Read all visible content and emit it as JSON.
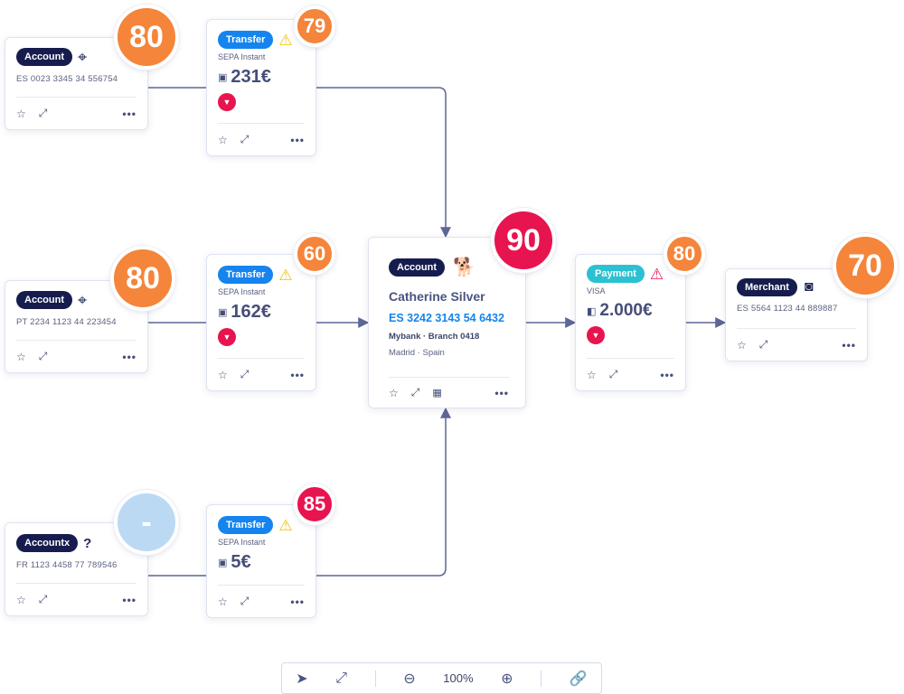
{
  "nodes": {
    "acc1": {
      "type_label": "Account",
      "iban": "ES 0023 3345 34 556754",
      "score": "80"
    },
    "acc2": {
      "type_label": "Account",
      "iban": "PT 2234 1123 44 223454",
      "score": "80"
    },
    "acc3": {
      "type_label": "Accountx",
      "iban": "FR 1123 4458 77 789546",
      "score": "-"
    },
    "tr1": {
      "type_label": "Transfer",
      "method": "SEPA Instant",
      "amount": "231€",
      "score": "79"
    },
    "tr2": {
      "type_label": "Transfer",
      "method": "SEPA Instant",
      "amount": "162€",
      "score": "60"
    },
    "tr3": {
      "type_label": "Transfer",
      "method": "SEPA Instant",
      "amount": "5€",
      "score": "85"
    },
    "center": {
      "type_label": "Account",
      "name": "Catherine Silver",
      "iban": "ES 3242 3143 54 6432",
      "bank": "Mybank · Branch 0418",
      "location": "Madrid · Spain",
      "score": "90"
    },
    "pay": {
      "type_label": "Payment",
      "method": "VISA",
      "amount": "2.000€",
      "score": "80"
    },
    "merchant": {
      "type_label": "Merchant",
      "iban": "ES 5564 1123 44 889887",
      "score": "70"
    }
  },
  "toolbar": {
    "zoom": "100%"
  },
  "icons": {
    "star": "star-icon",
    "expand": "expand-icon",
    "more": "more-icon",
    "target": "target-icon",
    "question": "question-icon",
    "warning": "warning-icon",
    "thumbs_down": "thumbs-down-icon",
    "cash": "cash-icon",
    "dog": "dog-icon",
    "grid": "grid-icon",
    "washer": "washer-icon",
    "pointer": "pointer-icon",
    "zoom_out": "zoom-out-icon",
    "zoom_in": "zoom-in-icon",
    "link": "link-icon"
  },
  "colors": {
    "navy": "#161d4e",
    "transfer_blue": "#1584ee",
    "payment_teal": "#2bc1d2",
    "score_orange": "#f4853b",
    "score_red": "#e8144f",
    "score_empty": "#bcd9f4",
    "edge": "#5d6696"
  }
}
